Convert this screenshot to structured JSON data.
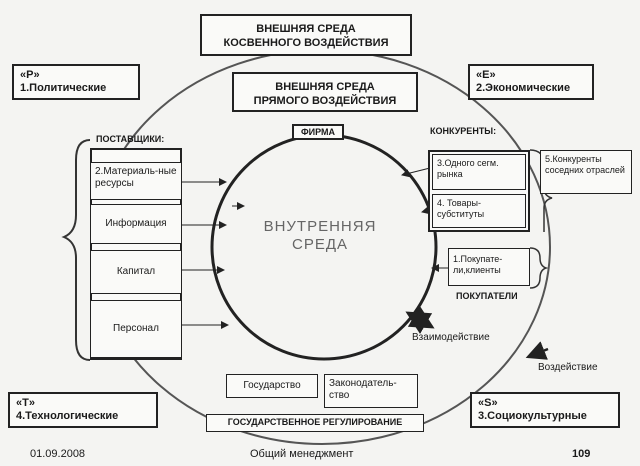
{
  "outer_top": {
    "line1": "ВНЕШНЯЯ СРЕДА",
    "line2": "КОСВЕННОГО ВОЗДЕЙСТВИЯ"
  },
  "inner_top": {
    "line1": "ВНЕШНЯЯ СРЕДА",
    "line2": "ПРЯМОГО ВОЗДЕЙСТВИЯ"
  },
  "firm": "ФИРМА",
  "core": {
    "line1": "ВНУТРЕННЯЯ",
    "line2": "СРЕДА"
  },
  "corners": {
    "p": {
      "code": "«P»",
      "name": "1.Политические"
    },
    "e": {
      "code": "«E»",
      "name": "2.Экономические"
    },
    "t": {
      "code": "«T»",
      "name": "4.Технологические"
    },
    "s": {
      "code": "«S»",
      "name": "3.Социокультурные"
    }
  },
  "suppliers": {
    "heading": "ПОСТАВЩИКИ:",
    "items": [
      "2.Материаль-ные ресурсы",
      "Информация",
      "Капитал",
      "Персонал"
    ]
  },
  "competitors": {
    "heading": "КОНКУРЕНТЫ:",
    "items": [
      "3.Одного сегм. рынка",
      "4. Товары-субституты"
    ],
    "other": "5.Конкуренты соседних отраслей"
  },
  "buyers": {
    "item": "1.Покупате-ли,клиенты",
    "heading": "ПОКУПАТЕЛИ"
  },
  "regulation": {
    "items": [
      "Государство",
      "Законодатель-ство"
    ],
    "heading": "ГОСУДАРСТВЕННОЕ РЕГУЛИРОВАНИЕ"
  },
  "interaction": "Взаимодействие",
  "influence": "Воздействие",
  "footer": {
    "date": "01.09.2008",
    "title": "Общий менеджмент",
    "page": "109"
  }
}
